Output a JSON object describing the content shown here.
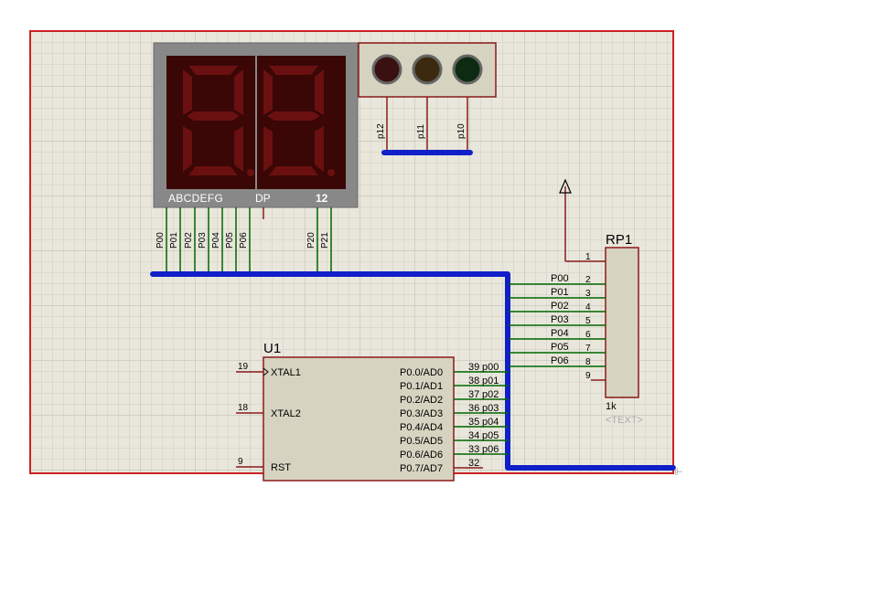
{
  "display": {
    "segment_label": "ABCDEFG",
    "dp_label": "DP",
    "digits_label": "12",
    "pins": [
      "P00",
      "P01",
      "P02",
      "P03",
      "P04",
      "P05",
      "P06"
    ],
    "digit_pins": [
      "P20",
      "P21"
    ]
  },
  "leds": {
    "pins": [
      "p12",
      "p11",
      "p10"
    ],
    "colors": [
      "#3a1010",
      "#3c2a10",
      "#0f2a12"
    ]
  },
  "rp1": {
    "ref": "RP1",
    "value": "1k",
    "text": "<TEXT>",
    "pin_numbers": [
      "1",
      "2",
      "3",
      "4",
      "5",
      "6",
      "7",
      "8",
      "9"
    ],
    "net_labels": [
      "",
      "P00",
      "P01",
      "P02",
      "P03",
      "P04",
      "P05",
      "P06",
      ""
    ]
  },
  "u1": {
    "ref": "U1",
    "left_pins": [
      {
        "num": "19",
        "name": "XTAL1"
      },
      {
        "num": "18",
        "name": "XTAL2"
      },
      {
        "num": "9",
        "name": "RST"
      }
    ],
    "right_pins": [
      {
        "num": "39",
        "name": "P0.0/AD0",
        "net": "p00"
      },
      {
        "num": "38",
        "name": "P0.1/AD1",
        "net": "p01"
      },
      {
        "num": "37",
        "name": "P0.2/AD2",
        "net": "p02"
      },
      {
        "num": "36",
        "name": "P0.3/AD3",
        "net": "p03"
      },
      {
        "num": "35",
        "name": "P0.4/AD4",
        "net": "p04"
      },
      {
        "num": "34",
        "name": "P0.5/AD5",
        "net": "p05"
      },
      {
        "num": "33",
        "name": "P0.6/AD6",
        "net": "p06"
      },
      {
        "num": "32",
        "name": "P0.7/AD7",
        "net": ""
      }
    ]
  },
  "colors": {
    "grid_bg": "#e9e7dc",
    "grid_line": "#cfcdc2",
    "border": "#cc2222",
    "bus": "#1020c8",
    "wire": "#006600",
    "component": "#d6d3c0",
    "outline": "#8a1a1a",
    "display_frame": "#888888",
    "display_face": "#3a0606",
    "segment": "#6a1010"
  }
}
